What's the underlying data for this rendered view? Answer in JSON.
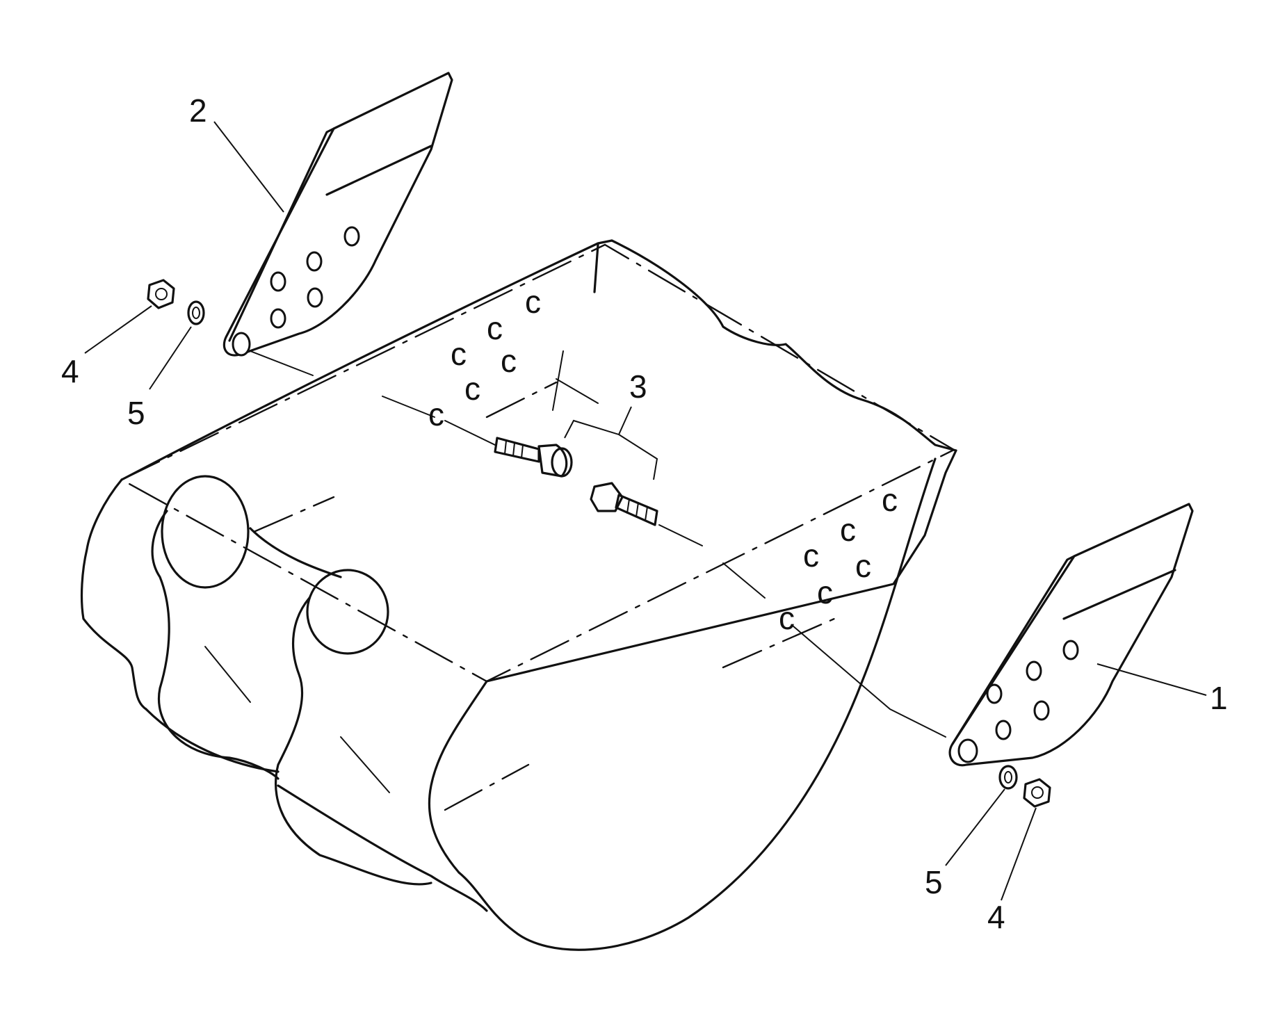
{
  "diagram": {
    "callouts": [
      {
        "id": "c1",
        "label": "1"
      },
      {
        "id": "c2",
        "label": "2"
      },
      {
        "id": "c3",
        "label": "3"
      },
      {
        "id": "c4a",
        "label": "4"
      },
      {
        "id": "c5a",
        "label": "5"
      },
      {
        "id": "c5b",
        "label": "5"
      },
      {
        "id": "c4b",
        "label": "4"
      }
    ],
    "line_color": "#111111",
    "background": "#ffffff"
  }
}
